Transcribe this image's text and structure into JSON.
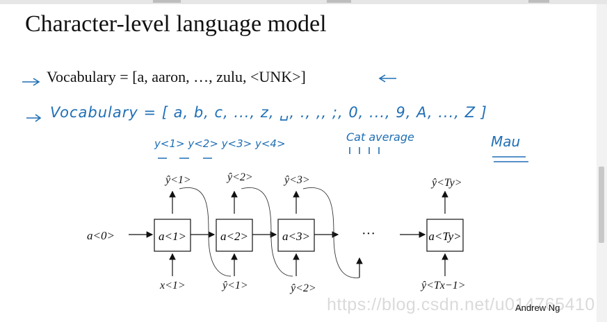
{
  "slide": {
    "title": "Character-level language model",
    "vocabulary_line": "Vocabulary = [a, aaron, …, zulu, <UNK>]",
    "author": "Andrew Ng",
    "watermark": "https://blog.csdn.net/u014765410"
  },
  "annotations": {
    "vocab_handwritten": "Vocabulary = [ a, b, c, ..., z, ␣, ., ,, ;, 0, ..., 9, A, ..., Z ]",
    "y_sequence": "y<1> y<2> y<3> y<4>",
    "cat_average": "Cat average",
    "mau": "Mau"
  },
  "diagram": {
    "a0": "a<0>",
    "ellipsis": "···",
    "cells": [
      {
        "label": "a<1>",
        "out": "ŷ<1>",
        "in": "x<1>"
      },
      {
        "label": "a<2>",
        "out": "ŷ<2>",
        "in": "ŷ<1>"
      },
      {
        "label": "a<3>",
        "out": "ŷ<3>",
        "in": "ŷ<2>"
      },
      {
        "label": "a<Ty>",
        "out": "ŷ<Ty>",
        "in": "ŷ<Tx−1>"
      }
    ]
  },
  "colors": {
    "ink": "#111111",
    "handwriting": "#1f6fb5"
  }
}
